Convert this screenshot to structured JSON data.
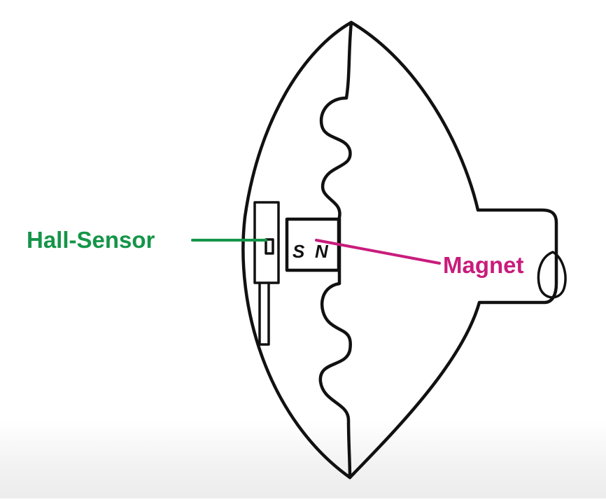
{
  "labels": {
    "hall_sensor": "Hall-Sensor",
    "magnet": "Magnet"
  },
  "magnet_poles": {
    "south": "S",
    "north": "N"
  },
  "colors": {
    "hall_sensor": "#149548",
    "magnet": "#c81c7c",
    "drawing": "#111111"
  }
}
